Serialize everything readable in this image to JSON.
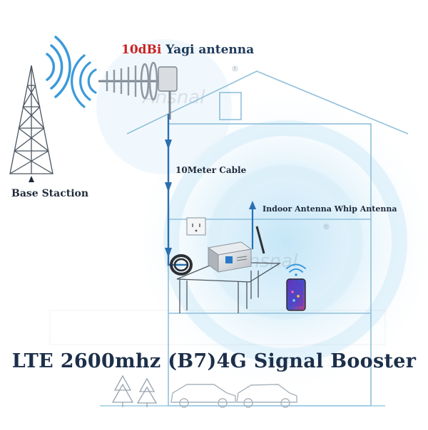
{
  "antenna": {
    "gain": "10dBi",
    "name": "Yagi antenna"
  },
  "base_station": {
    "label": "Base Staction"
  },
  "cable": {
    "label": "10Meter Cable"
  },
  "indoor_antenna": {
    "label": "Indoor Antenna Whip  Antenna"
  },
  "headline": "LTE 2600mhz (B7)4G Signal Booster",
  "marks": {
    "registered": "®"
  },
  "colors": {
    "house_line": "#8fc0da",
    "cable_blue": "#2a6fb0",
    "glow": "#cfe9f7",
    "gain_red": "#cc2222",
    "headline": "#1c2f4a",
    "signal_blue": "#3b9ad9"
  }
}
